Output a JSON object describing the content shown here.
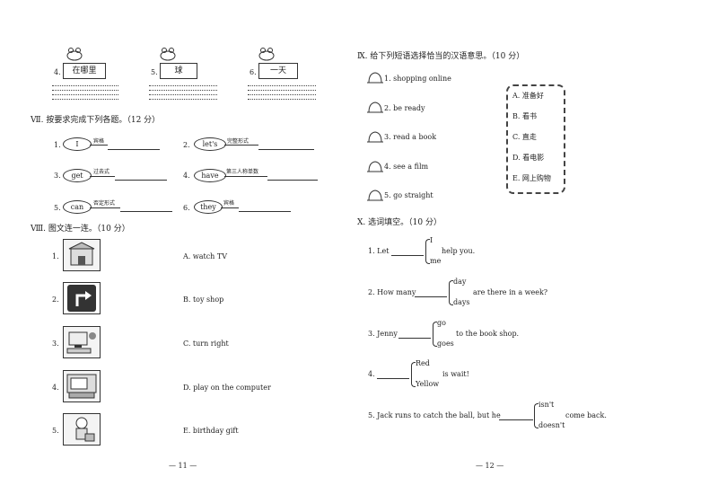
{
  "left": {
    "q6_items": [
      {
        "num": "4.",
        "word": "在哪里"
      },
      {
        "num": "5.",
        "word": "球"
      },
      {
        "num": "6.",
        "word": "一天"
      }
    ],
    "section7": {
      "title": "Ⅶ. 按要求完成下列各题。（12 分）",
      "items": [
        {
          "num": "1.",
          "word": "I",
          "instruction": "宾格"
        },
        {
          "num": "2.",
          "word": "let's",
          "instruction": "完整形式"
        },
        {
          "num": "3.",
          "word": "get",
          "instruction": "过去式"
        },
        {
          "num": "4.",
          "word": "have",
          "instruction": "第三人称单数"
        },
        {
          "num": "5.",
          "word": "can",
          "instruction": "否定形式"
        },
        {
          "num": "6.",
          "word": "they",
          "instruction": "宾格"
        }
      ]
    },
    "section8": {
      "title": "Ⅷ. 图文连一连。（10 分）",
      "nums": [
        "1.",
        "2.",
        "3.",
        "4.",
        "5."
      ],
      "pictures": [
        "toy-shop-picture",
        "turn-right-sign-picture",
        "computer-picture",
        "tv-picture",
        "gift-picture"
      ],
      "answers": [
        "A. watch TV",
        "B. toy shop",
        "C. turn right",
        "D. play on the computer",
        "E. birthday gift"
      ]
    },
    "page_number": "— 11 —"
  },
  "right": {
    "section9": {
      "title": "Ⅸ. 给下列短语选择恰当的汉语意思。（10 分）",
      "phrases": [
        "1. shopping online",
        "2. be ready",
        "3. read a book",
        "4. see a film",
        "5. go straight"
      ],
      "options": [
        "A. 准备好",
        "B. 看书",
        "C. 直走",
        "D. 看电影",
        "E. 网上购物"
      ]
    },
    "section10": {
      "title": "Ⅹ. 选词填空。（10 分）",
      "items": [
        {
          "prefix": "1. Let",
          "top": "I",
          "bottom": "me",
          "suffix": "help you."
        },
        {
          "prefix": "2. How many",
          "top": "day",
          "bottom": "days",
          "suffix": "are there in a week?"
        },
        {
          "prefix": "3. Jenny",
          "top": "go",
          "bottom": "goes",
          "suffix": "to the book shop."
        },
        {
          "prefix": "4.",
          "top": "Red",
          "bottom": "Yellow",
          "suffix": "is wait!"
        },
        {
          "prefix": "5. Jack runs to catch the ball, but he",
          "top": "isn't",
          "bottom": "doesn't",
          "suffix": "come back."
        }
      ]
    },
    "page_number": "— 12 —"
  }
}
